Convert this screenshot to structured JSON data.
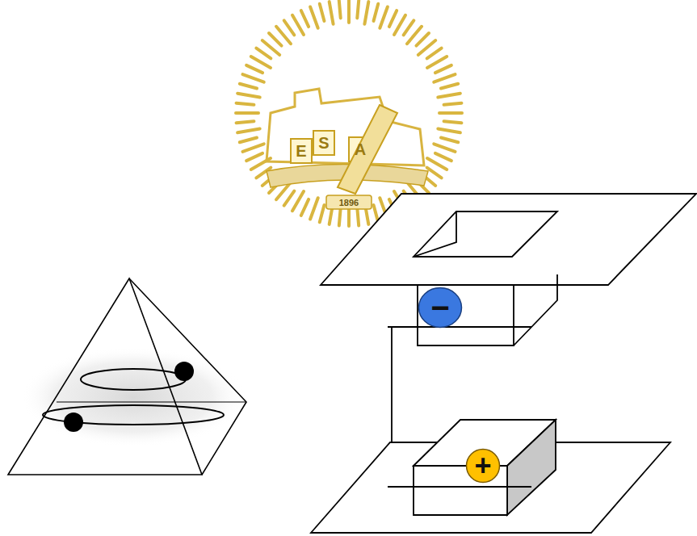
{
  "diagram": {
    "nodes": [
      {
        "text": [
          "−"
        ]
      },
      {
        "text": [
          "+"
        ]
      }
    ],
    "labels": [
      "E",
      "S",
      "A",
      "1896"
    ]
  }
}
